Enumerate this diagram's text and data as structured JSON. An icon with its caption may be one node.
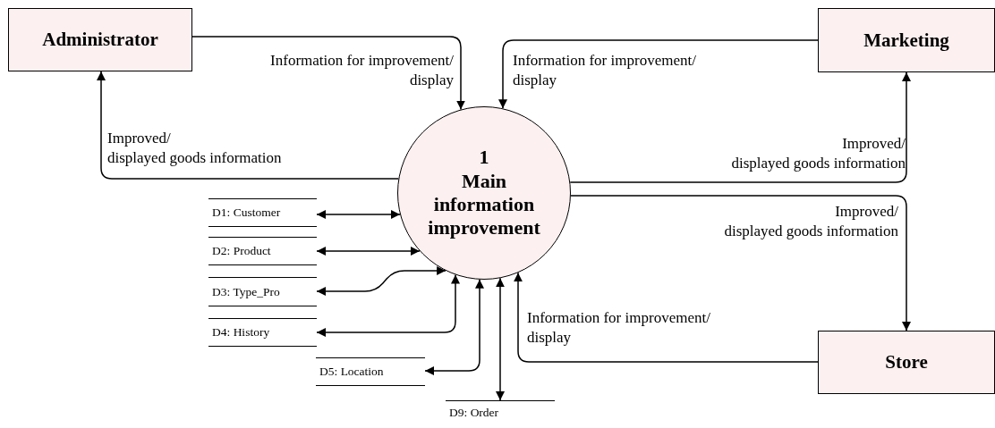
{
  "diagram": {
    "nodes": [
      {
        "text": [
          "Administrator"
        ]
      },
      {
        "text": [
          "Marketing"
        ]
      },
      {
        "text": [
          "1",
          "Main information improvement"
        ]
      },
      {
        "text": [
          "Store"
        ]
      },
      {
        "text": [
          "D1: Customer"
        ]
      },
      {
        "text": [
          "D2: Product"
        ]
      },
      {
        "text": [
          "D3: Type_Pro"
        ]
      },
      {
        "text": [
          "D4: History"
        ]
      },
      {
        "text": [
          "D5: Location"
        ]
      },
      {
        "text": [
          "D9: Order"
        ]
      }
    ],
    "edges": [
      {
        "from": 0,
        "to": 2,
        "arrow": "to",
        "label": "Information for improvement/ display"
      },
      {
        "from": 1,
        "to": 2,
        "arrow": "to",
        "label": "Information for improvement/ display"
      },
      {
        "from": 2,
        "to": 0,
        "arrow": "to",
        "label": "Improved/ displayed goods information"
      },
      {
        "from": 2,
        "to": 1,
        "arrow": "to",
        "label": "Improved/ displayed goods information"
      },
      {
        "from": 2,
        "to": 3,
        "arrow": "to",
        "label": "Improved/ displayed goods information"
      },
      {
        "from": 3,
        "to": 2,
        "arrow": "to",
        "label": "Information for improvement/ display"
      },
      {
        "from": 4,
        "to": 2,
        "arrow": "both"
      },
      {
        "from": 5,
        "to": 2,
        "arrow": "both"
      },
      {
        "from": 6,
        "to": 2,
        "arrow": "both"
      },
      {
        "from": 7,
        "to": 2,
        "arrow": "both"
      },
      {
        "from": 8,
        "to": 2,
        "arrow": "both"
      },
      {
        "from": 9,
        "to": 2,
        "arrow": "both"
      }
    ]
  }
}
